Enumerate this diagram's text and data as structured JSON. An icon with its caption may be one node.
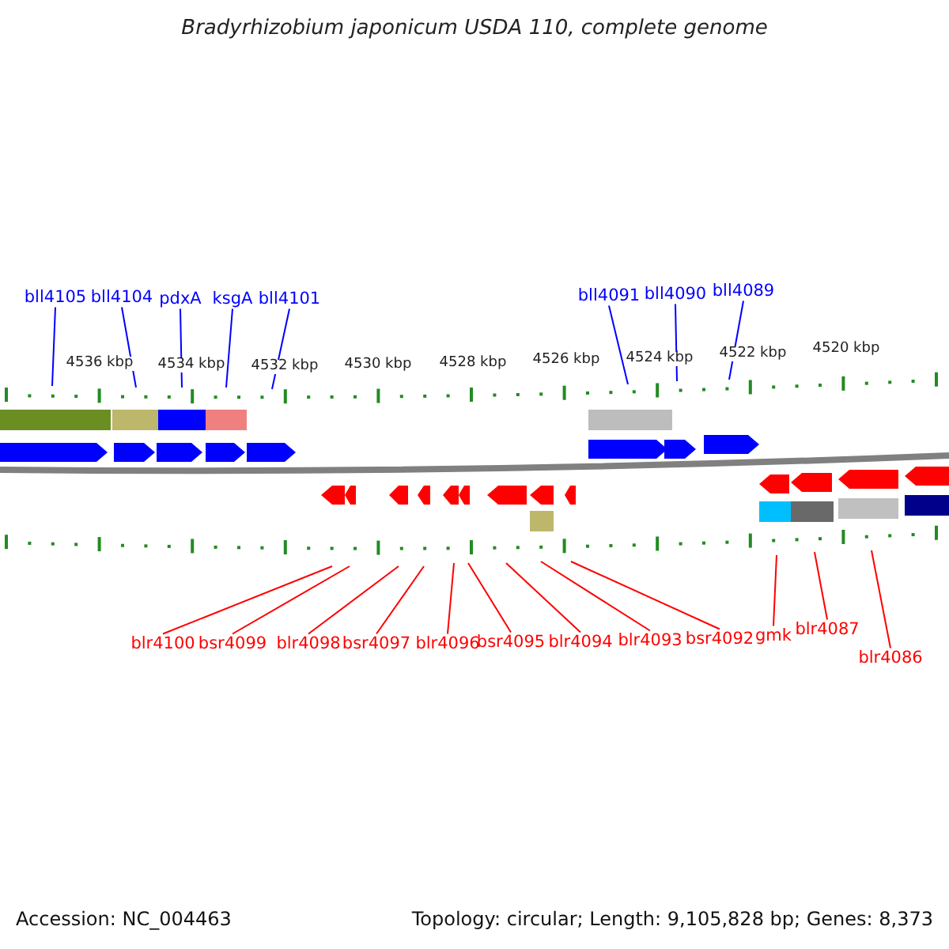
{
  "diagram": {
    "title": "Bradyrhizobium japonicum USDA 110, complete genome",
    "nodes": [
      {
        "text": [
          "bll4105"
        ]
      },
      {
        "text": [
          "bll4104"
        ]
      },
      {
        "text": [
          "pdxA"
        ]
      },
      {
        "text": [
          "ksgA"
        ]
      },
      {
        "text": [
          "bll4101"
        ]
      },
      {
        "text": [
          "bll4091"
        ]
      },
      {
        "text": [
          "bll4090"
        ]
      },
      {
        "text": [
          "bll4089"
        ]
      },
      {
        "text": [
          "blr4100"
        ]
      },
      {
        "text": [
          "bsr4099"
        ]
      },
      {
        "text": [
          "blr4098"
        ]
      },
      {
        "text": [
          "bsr4097"
        ]
      },
      {
        "text": [
          "blr4096"
        ]
      },
      {
        "text": [
          "bsr4095"
        ]
      },
      {
        "text": [
          "blr4094"
        ]
      },
      {
        "text": [
          "blr4093"
        ]
      },
      {
        "text": [
          "bsr4092"
        ]
      },
      {
        "text": [
          "gmk"
        ]
      },
      {
        "text": [
          "blr4087"
        ]
      },
      {
        "text": [
          "blr4086"
        ]
      }
    ],
    "edges": [
      {
        "from": 0,
        "to": null,
        "arrow": "none",
        "color": "#0000ff"
      },
      {
        "from": 1,
        "to": null,
        "arrow": "none",
        "color": "#0000ff"
      },
      {
        "from": 2,
        "to": null,
        "arrow": "none",
        "color": "#0000ff"
      },
      {
        "from": 3,
        "to": null,
        "arrow": "none",
        "color": "#0000ff"
      },
      {
        "from": 4,
        "to": null,
        "arrow": "none",
        "color": "#0000ff"
      },
      {
        "from": 5,
        "to": null,
        "arrow": "none",
        "color": "#0000ff"
      },
      {
        "from": 6,
        "to": null,
        "arrow": "none",
        "color": "#0000ff"
      },
      {
        "from": 7,
        "to": null,
        "arrow": "none",
        "color": "#0000ff"
      },
      {
        "from": 8,
        "to": null,
        "arrow": "none"
      },
      {
        "from": 9,
        "to": null,
        "arrow": "none"
      },
      {
        "from": 10,
        "to": null,
        "arrow": "none"
      },
      {
        "from": 11,
        "to": null,
        "arrow": "none"
      },
      {
        "from": 12,
        "to": null,
        "arrow": "none"
      },
      {
        "from": 13,
        "to": null,
        "arrow": "none"
      },
      {
        "from": 14,
        "to": null,
        "arrow": "none"
      },
      {
        "from": 15,
        "to": null,
        "arrow": "none"
      },
      {
        "from": 16,
        "to": null,
        "arrow": "none"
      },
      {
        "from": 17,
        "to": null,
        "arrow": "none"
      },
      {
        "from": 18,
        "to": null,
        "arrow": "none"
      },
      {
        "from": 19,
        "to": null,
        "arrow": "none"
      }
    ],
    "labels": [
      "4536 kbp",
      "4534 kbp",
      "4532 kbp",
      "4530 kbp",
      "4528 kbp",
      "4526 kbp",
      "4524 kbp",
      "4522 kbp",
      "4520 kbp",
      "Accession: NC_004463",
      "Topology: circular; Length: 9,105,828 bp; Genes: 8,373"
    ]
  }
}
